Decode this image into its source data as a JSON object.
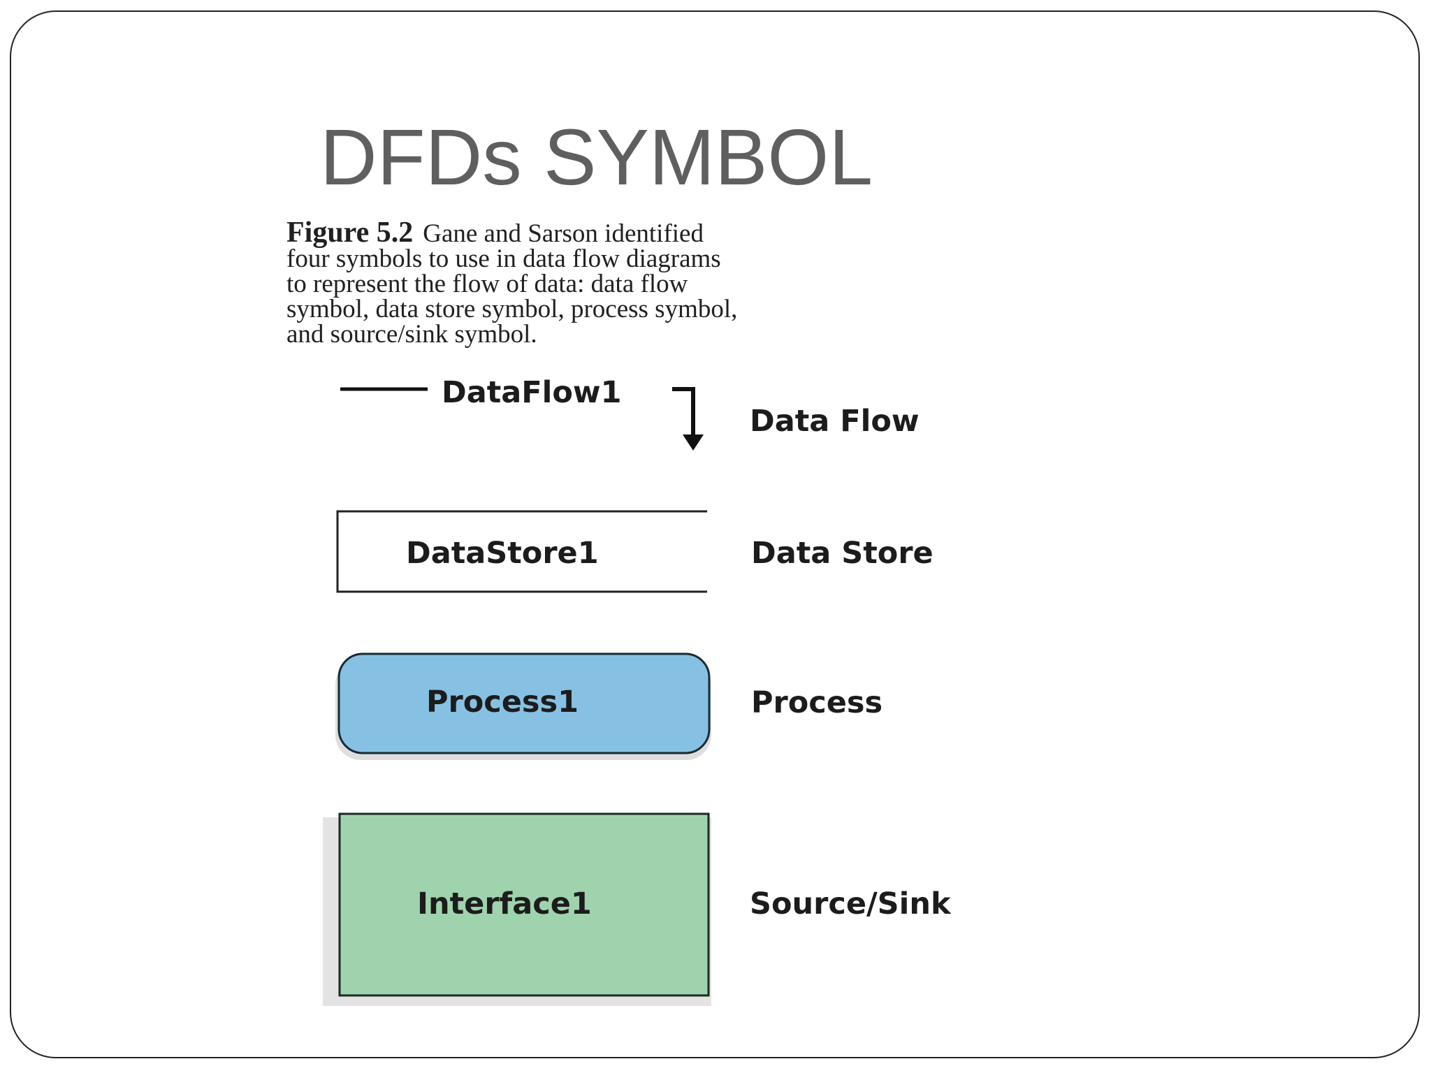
{
  "title": "DFDs SYMBOL",
  "caption": {
    "label": "Figure 5.2",
    "lines": [
      "Gane and Sarson identified",
      "four symbols to use in data flow diagrams",
      "to represent the flow of data: data flow",
      "symbol, data store symbol, process symbol,",
      "and source/sink symbol."
    ]
  },
  "symbols": {
    "data_flow": {
      "shape_label": "DataFlow1",
      "name": "Data Flow"
    },
    "data_store": {
      "shape_label": "DataStore1",
      "name": "Data Store"
    },
    "process": {
      "shape_label": "Process1",
      "name": "Process",
      "fill": "#86c1e3"
    },
    "source_sink": {
      "shape_label": "Interface1",
      "name": "Source/Sink",
      "fill": "#9fd3ad"
    }
  }
}
